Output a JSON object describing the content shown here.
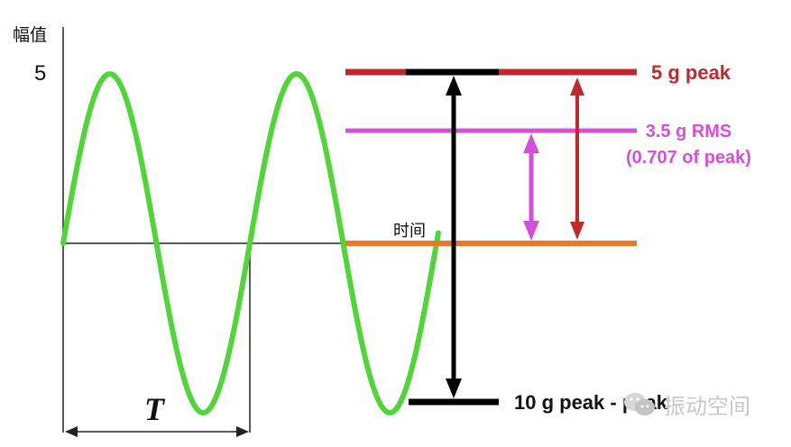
{
  "diagram": {
    "y_axis_title": "幅值",
    "y_tick_peak": "5",
    "x_axis_title": "时间",
    "period_label": "T",
    "peak_label": "5 g peak",
    "rms_label_line1": "3.5 g RMS",
    "rms_label_line2": "(0.707 of peak)",
    "peak_to_peak_label": "10 g peak - peak",
    "watermark_text": "振动空间",
    "colors": {
      "sine_wave": "#52d43a",
      "peak_line": "#c0282b",
      "rms_line": "#d74fd8",
      "zero_line": "#e8782a",
      "peak_to_peak": "#000000",
      "axis": "#222222"
    }
  }
}
